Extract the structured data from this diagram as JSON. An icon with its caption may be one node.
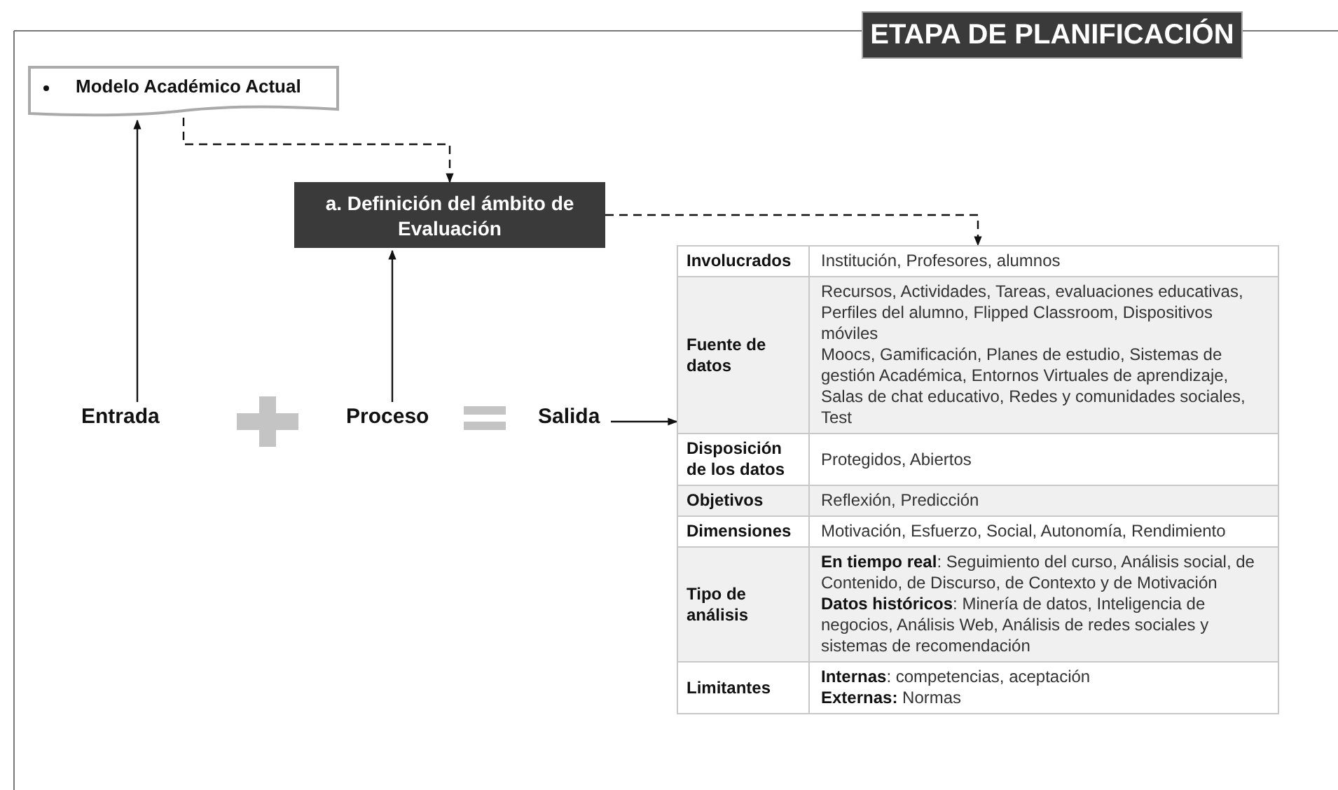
{
  "diagram": {
    "title": "ETAPA DE PLANIFICACIÓN",
    "nodes": [
      {
        "text": [
          "Modelo Académico Actual"
        ]
      },
      {
        "text": [
          "a. Definición del ámbito de Evaluación"
        ]
      },
      {
        "text": [],
        "shape": "box"
      },
      {
        "text": [
          "Entrada"
        ]
      },
      {
        "text": [
          "Proceso"
        ]
      },
      {
        "text": [
          "Salida"
        ]
      }
    ],
    "edges": [
      {
        "from": 0,
        "to": 1,
        "arrow": "to",
        "style": "dashed"
      },
      {
        "from": 1,
        "to": 2,
        "arrow": "to",
        "style": "dashed"
      },
      {
        "from": 3,
        "to": 0,
        "arrow": "to"
      },
      {
        "from": 4,
        "to": 1,
        "arrow": "to"
      },
      {
        "from": 5,
        "to": 2,
        "arrow": "to"
      }
    ],
    "labels": [
      "Involucrados",
      "Institución, Profesores, alumnos",
      "Fuente de datos",
      "Recursos, Actividades, Tareas, evaluaciones educativas, Perfiles del alumno, Flipped Classroom, Dispositivos móviles",
      "Moocs, Gamificación, Planes de estudio, Sistemas de gestión Académica, Entornos Virtuales de aprendizaje, Salas de chat educativo, Redes y comunidades sociales, Test",
      "Disposición de los datos",
      "Protegidos, Abiertos",
      "Objetivos",
      "Reflexión, Predicción",
      "Dimensiones",
      "Motivación, Esfuerzo, Social, Autonomía, Rendimiento",
      "Tipo de análisis",
      "**En tiempo real**: Seguimiento del curso, Análisis social, de Contenido, de Discurso, de Contexto y de Motivación",
      "**Datos históricos**: Minería de datos, Inteligencia de negocios, Análisis Web, Análisis de redes sociales y sistemas de recomendación",
      "Limitantes",
      "**Internas**: competencias, aceptación",
      "**Externas:** Normas"
    ]
  }
}
